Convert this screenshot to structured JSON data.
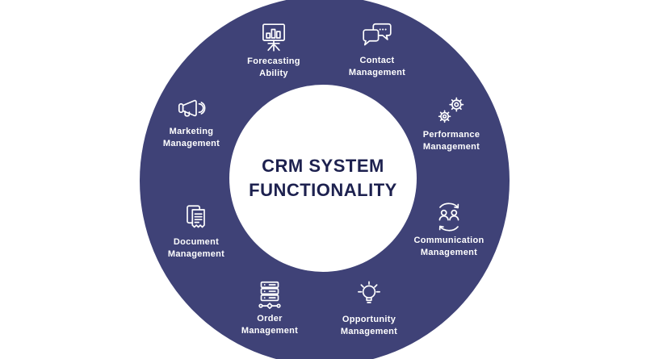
{
  "colors": {
    "background": "#ffffff",
    "ring": "#3f4277",
    "inner_circle": "#ffffff",
    "title_text": "#1d214f",
    "label_text": "#ffffff"
  },
  "center": {
    "title_line1": "CRM SYSTEM",
    "title_line2": "FUNCTIONALITY"
  },
  "items": [
    {
      "id": "forecasting-ability",
      "icon": "presentation-chart-icon",
      "line1": "Forecasting",
      "line2": "Ability"
    },
    {
      "id": "contact-management",
      "icon": "chat-bubbles-icon",
      "line1": "Contact",
      "line2": "Management"
    },
    {
      "id": "performance-management",
      "icon": "gears-icon",
      "line1": "Performance",
      "line2": "Management"
    },
    {
      "id": "communication-management",
      "icon": "people-sync-icon",
      "line1": "Communication",
      "line2": "Management"
    },
    {
      "id": "opportunity-management",
      "icon": "lightbulb-icon",
      "line1": "Opportunity",
      "line2": "Management"
    },
    {
      "id": "order-management",
      "icon": "server-stack-icon",
      "line1": "Order",
      "line2": "Management"
    },
    {
      "id": "document-management",
      "icon": "documents-icon",
      "line1": "Document",
      "line2": "Management"
    },
    {
      "id": "marketing-management",
      "icon": "megaphone-icon",
      "line1": "Marketing",
      "line2": "Management"
    }
  ]
}
